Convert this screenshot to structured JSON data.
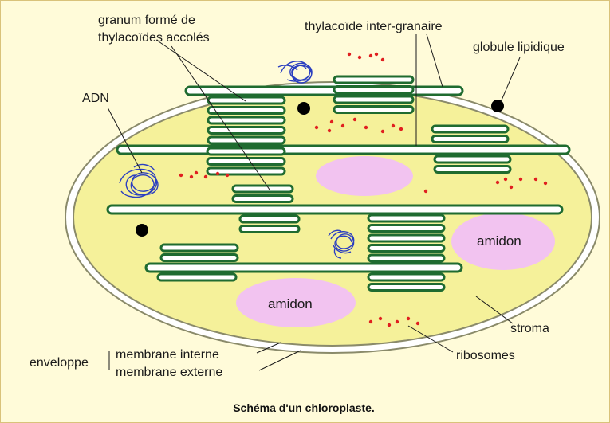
{
  "labels": {
    "granum_line1": "granum formé de",
    "granum_line2": "thylacoïdes accolés",
    "thylakoid_inter": "thylacoïde inter-granaire",
    "globule": "globule lipidique",
    "adn": "ADN",
    "amidon": "amidon",
    "stroma": "stroma",
    "ribosomes": "ribosomes",
    "enveloppe": "enveloppe",
    "membrane_interne": "membrane interne",
    "membrane_externe": "membrane externe"
  },
  "caption": "Schéma d'un chloroplaste.",
  "colors": {
    "background": "#fffbd9",
    "stroma": "#f5f19a",
    "thylakoid_stroke": "#1f6b30",
    "thylakoid_fill": "#ffffff",
    "starch": "#f2c3f0",
    "ribosome": "#e02020",
    "dna": "#2b3fc0",
    "lipid": "#000000"
  }
}
